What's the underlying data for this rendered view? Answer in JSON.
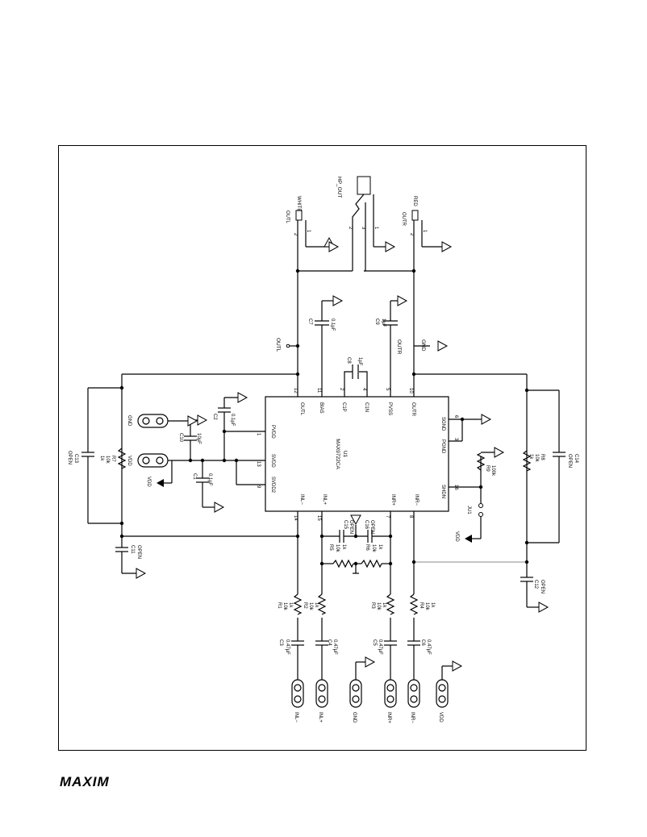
{
  "chip": {
    "ref": "U1",
    "part": "MAX9722CA",
    "pins": {
      "outl": "OUTL",
      "bias": "BIAS",
      "c1p": "C1P",
      "c1n": "C1N",
      "pvss": "PVSS",
      "outr": "OUTR",
      "pvdd": "PVDD",
      "svdd": "SVDD",
      "svdd2": "SVDD2",
      "inl_minus": "INL−",
      "inl_plus": "INL+",
      "inr_plus": "INR+",
      "inr_minus": "INR−",
      "sgnd": "SGND",
      "pgnd": "PGND",
      "shdn": "SHDN"
    },
    "pin_numbers": {
      "outl": "12",
      "bias": "11",
      "c1p": "2",
      "c1n": "4",
      "pvss": "5",
      "outr": "10",
      "pvdd": "1",
      "svdd": "13",
      "svdd2": "9",
      "inl_minus": "14",
      "inl_plus": "15",
      "inr_plus": "7",
      "inr_minus": "8",
      "sgnd": "6",
      "pgnd": "3",
      "shdn": "16"
    }
  },
  "connectors": {
    "outl": {
      "ref": "OUTL",
      "color": "WHITE",
      "pin1": "1",
      "pin2": "2"
    },
    "outr": {
      "ref": "OUTR",
      "color": "RED",
      "pin1": "1",
      "pin2": "2"
    },
    "hp": {
      "ref": "HP_OUT",
      "pin1": "1",
      "pin2": "2",
      "pin3": "3"
    }
  },
  "nets": {
    "outl": "OUTL",
    "outr": "OUTR",
    "gnd": "GND",
    "vdd": "VDD"
  },
  "components": {
    "c1": {
      "ref": "C1",
      "value": "0.1µF"
    },
    "c2": {
      "ref": "C2",
      "value": "0.1µF"
    },
    "c3": {
      "ref": "C3",
      "value": "0.47µF"
    },
    "c4": {
      "ref": "C4",
      "value": "0.47µF"
    },
    "c5": {
      "ref": "C5",
      "value": "0.47µF"
    },
    "c6": {
      "ref": "C6",
      "value": "0.47µF"
    },
    "c7": {
      "ref": "C7",
      "value": "0.1µF"
    },
    "c8": {
      "ref": "C8",
      "value": "1µF"
    },
    "c9": {
      "ref": "C9",
      "value": "1µF"
    },
    "c10": {
      "ref": "C10",
      "value": "10µF"
    },
    "c11": {
      "ref": "C11",
      "value": "OPEN"
    },
    "c12": {
      "ref": "C12",
      "value": "OPEN"
    },
    "c13": {
      "ref": "C13",
      "value": "OPEN"
    },
    "c14": {
      "ref": "C14",
      "value": "OPEN"
    },
    "c15": {
      "ref": "C15",
      "value": "OPEN"
    },
    "c16": {
      "ref": "C16",
      "value": "OPEN"
    },
    "r1": {
      "ref": "R1",
      "v1": "10k",
      "v2": "1k"
    },
    "r2": {
      "ref": "R2",
      "v1": "10k",
      "v2": "1k"
    },
    "r3": {
      "ref": "R3",
      "v1": "10k",
      "v2": "1k"
    },
    "r4": {
      "ref": "R4",
      "v1": "10k",
      "v2": "1k"
    },
    "r5": {
      "ref": "R5",
      "v1": "10k",
      "v2": "1k"
    },
    "r6": {
      "ref": "R6",
      "v1": "10k",
      "v2": "1k"
    },
    "r7": {
      "ref": "R7",
      "v1": "10k",
      "v2": "1k"
    },
    "r8": {
      "ref": "R8",
      "v1": "10k",
      "v2": "1k"
    },
    "r9": {
      "ref": "R9",
      "v1": "100k"
    },
    "ju1": {
      "ref": "JU1"
    }
  },
  "pads": {
    "gnd": "GND",
    "vdd": "VDD",
    "inl_minus": "INL−",
    "inl_plus": "INL+",
    "gnd_bottom": "GND",
    "inr_plus": "INR+",
    "inr_minus": "INR−",
    "vdd_bottom": "VDD"
  },
  "logo": "MAXIM"
}
